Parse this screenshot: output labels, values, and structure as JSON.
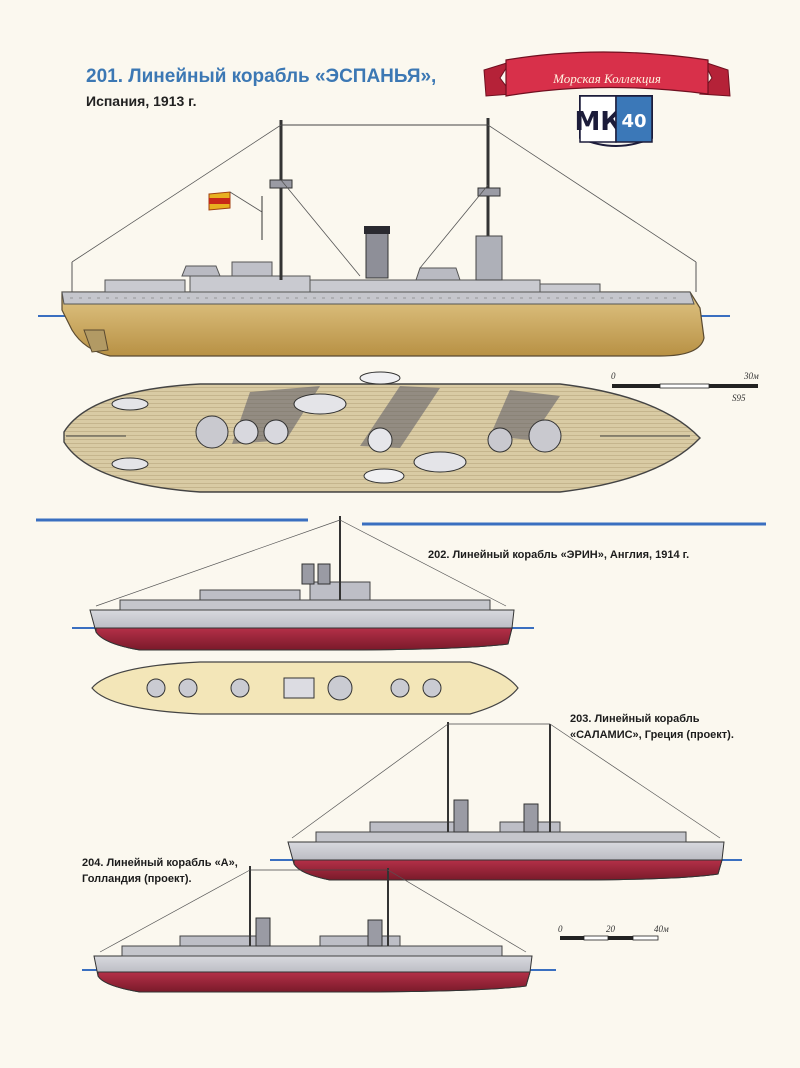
{
  "header": {
    "title": "201. Линейный корабль «ЭСПАНЬЯ»,",
    "subtitle": "Испания, 1913 г."
  },
  "logo": {
    "ribbon_text": "Морская Коллекция",
    "letters": "МК",
    "number": "40"
  },
  "captions": {
    "ship202": "202. Линейный корабль «ЭРИН», Англия, 1914 г.",
    "ship203_line1": "203. Линейный корабль",
    "ship203_line2": "«САЛАМИС», Греция (проект).",
    "ship204_line1": "204. Линейный корабль «А»,",
    "ship204_line2": "Голландия (проект)."
  },
  "scale_top": {
    "start": "0",
    "end": "30м",
    "code": "S95"
  },
  "scale_bottom": {
    "start": "0",
    "mid": "20",
    "end": "40м"
  },
  "colors": {
    "title_blue": "#3c78b4",
    "ribbon_red": "#d8304a",
    "hull_tan": "#c9a860",
    "hull_grey": "#b9bac2",
    "antifouling_red": "#9c2438",
    "deck_wood": "#ddd0ac",
    "deck_cream": "#f3e6b8",
    "waterline_blue": "#3a6fc0"
  }
}
